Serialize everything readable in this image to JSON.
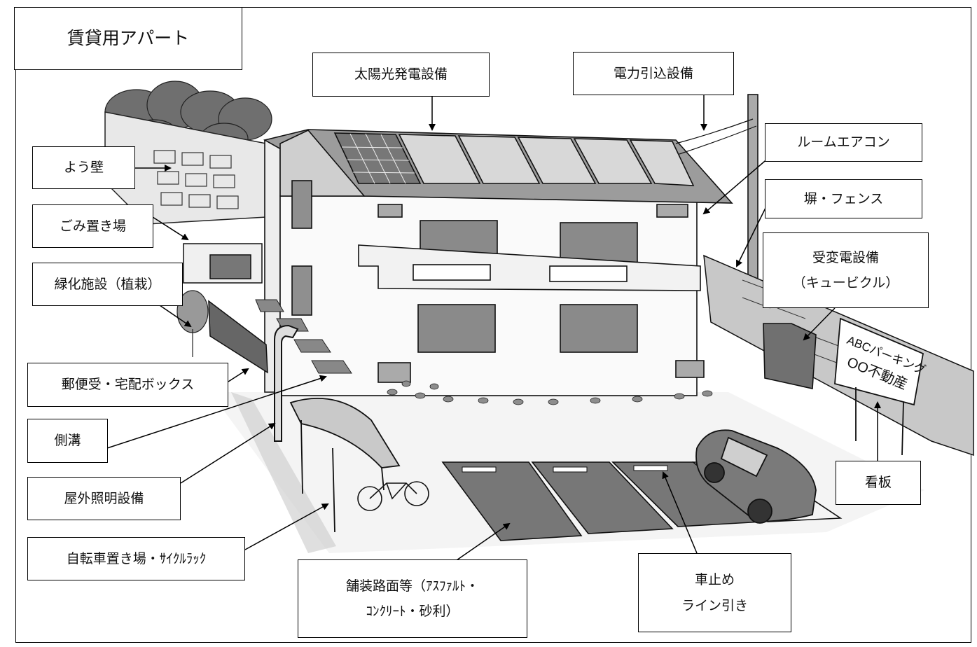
{
  "title": "賃貸用アパート",
  "labels": {
    "solar": "太陽光発電設備",
    "power_intake": "電力引込設備",
    "room_aircon": "ルームエアコン",
    "fence": "塀・フェンス",
    "substation_line1": "受変電設備",
    "substation_line2": "（キュービクル）",
    "retaining_wall": "よう壁",
    "garbage": "ごみ置き場",
    "greening": "緑化施設（植栽）",
    "mailbox": "郵便受・宅配ボックス",
    "gutter": "側溝",
    "outdoor_light": "屋外照明設備",
    "bicycle": "自転車置き場・ｻｲｸﾙﾗｯｸ",
    "paving_line1": "舗装路面等（ｱｽﾌｧﾙﾄ・",
    "paving_line2": "ｺﾝｸﾘｰﾄ・砂利）",
    "wheel_stop_line1": "車止め",
    "wheel_stop_line2": "ライン引き",
    "signboard": "看板"
  },
  "sign": {
    "line1": "ABCパーキング",
    "line2": "OO不動産"
  }
}
